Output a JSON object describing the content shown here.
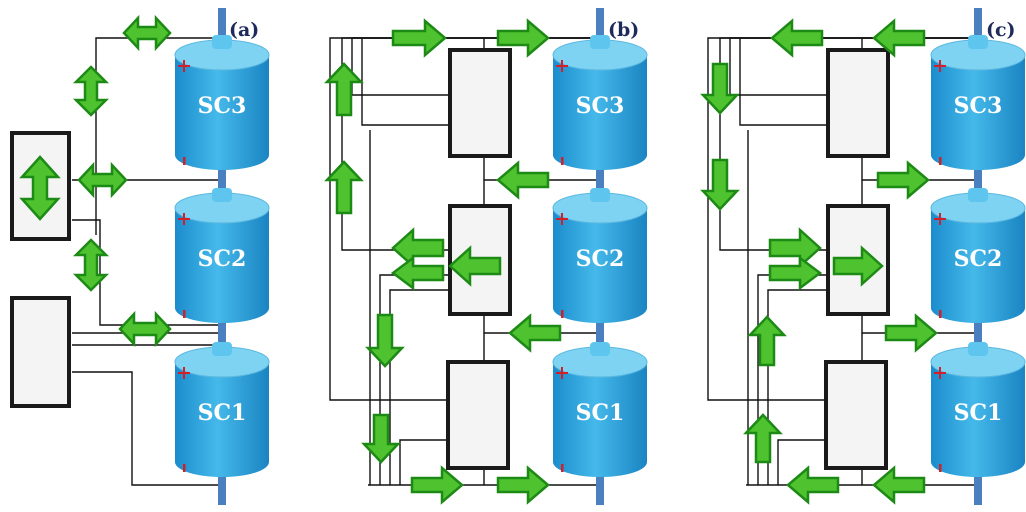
{
  "panels": [
    {
      "label": "(a)",
      "cells": [
        "SC3",
        "SC2",
        "SC1"
      ]
    },
    {
      "label": "(b)",
      "cells": [
        "SC3",
        "SC2",
        "SC1"
      ]
    },
    {
      "label": "(c)",
      "cells": [
        "SC3",
        "SC2",
        "SC1"
      ]
    }
  ],
  "colors": {
    "cell_body": "#29a3da",
    "cell_top": "#7fd3f2",
    "arrow_fill": "#4ec22f",
    "arrow_outline": "#1e8a16",
    "converter_fill": "#f4f4f4",
    "converter_border": "#1a1a1a",
    "terminal_plus": "#d0202a",
    "label_color": "#1f2a5c"
  },
  "icons": {
    "arrow_bidirectional": "double-headed-arrow",
    "arrow_single": "single-arrow",
    "converter": "rectangle-block",
    "supercapacitor": "cylinder-cell"
  }
}
